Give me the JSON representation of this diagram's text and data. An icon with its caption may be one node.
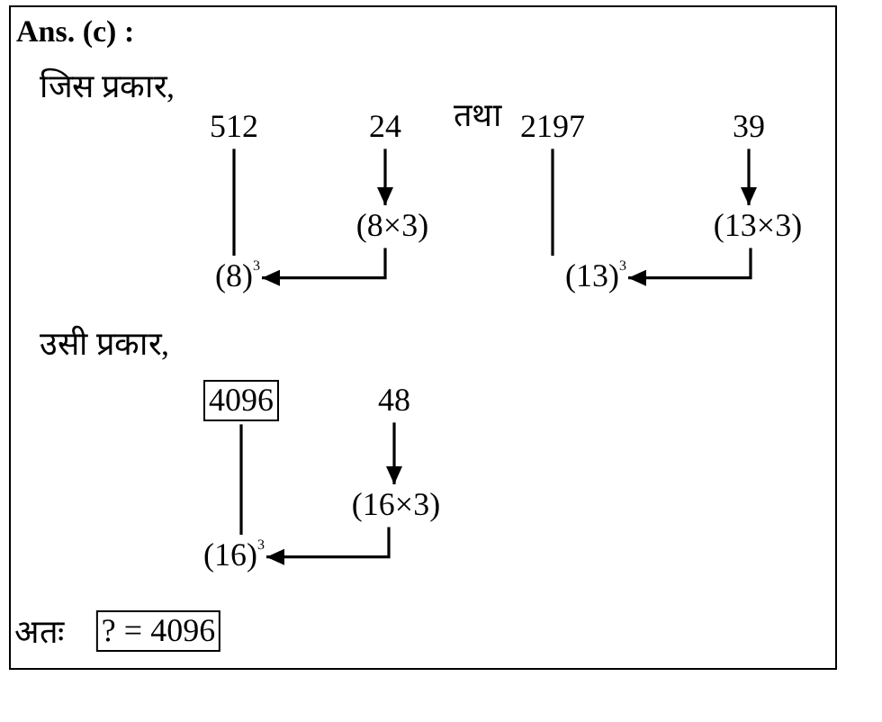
{
  "diagram": {
    "title": "Ans. (c) :",
    "nodes": [
      {
        "text": [
          "512"
        ]
      },
      {
        "text": [
          "24"
        ]
      },
      {
        "text": [
          "(8×3)"
        ]
      },
      {
        "text": [
          "(8)$^{3}$"
        ]
      },
      {
        "text": [
          "2197"
        ]
      },
      {
        "text": [
          "39"
        ]
      },
      {
        "text": [
          "(13×3)"
        ]
      },
      {
        "text": [
          "(13)$^{3}$"
        ]
      },
      {
        "text": [
          "4096"
        ]
      },
      {
        "text": [
          "48"
        ]
      },
      {
        "text": [
          "(16×3)"
        ]
      },
      {
        "text": [
          "(16)$^{3}$"
        ]
      },
      {
        "text": [
          "? = 4096"
        ]
      }
    ],
    "edges": [
      {
        "from": 1,
        "to": 2,
        "arrow": "to"
      },
      {
        "from": 2,
        "to": 3,
        "arrow": "to"
      },
      {
        "from": 0,
        "to": 3,
        "arrow": "none"
      },
      {
        "from": 5,
        "to": 6,
        "arrow": "to"
      },
      {
        "from": 6,
        "to": 7,
        "arrow": "to"
      },
      {
        "from": 4,
        "to": 7,
        "arrow": "none"
      },
      {
        "from": 9,
        "to": 10,
        "arrow": "to"
      },
      {
        "from": 10,
        "to": 11,
        "arrow": "to"
      },
      {
        "from": 8,
        "to": 11,
        "arrow": "none"
      }
    ],
    "labels": [
      "जिस प्रकार,",
      "तथा",
      "उसी प्रकार,",
      "अतः"
    ]
  }
}
